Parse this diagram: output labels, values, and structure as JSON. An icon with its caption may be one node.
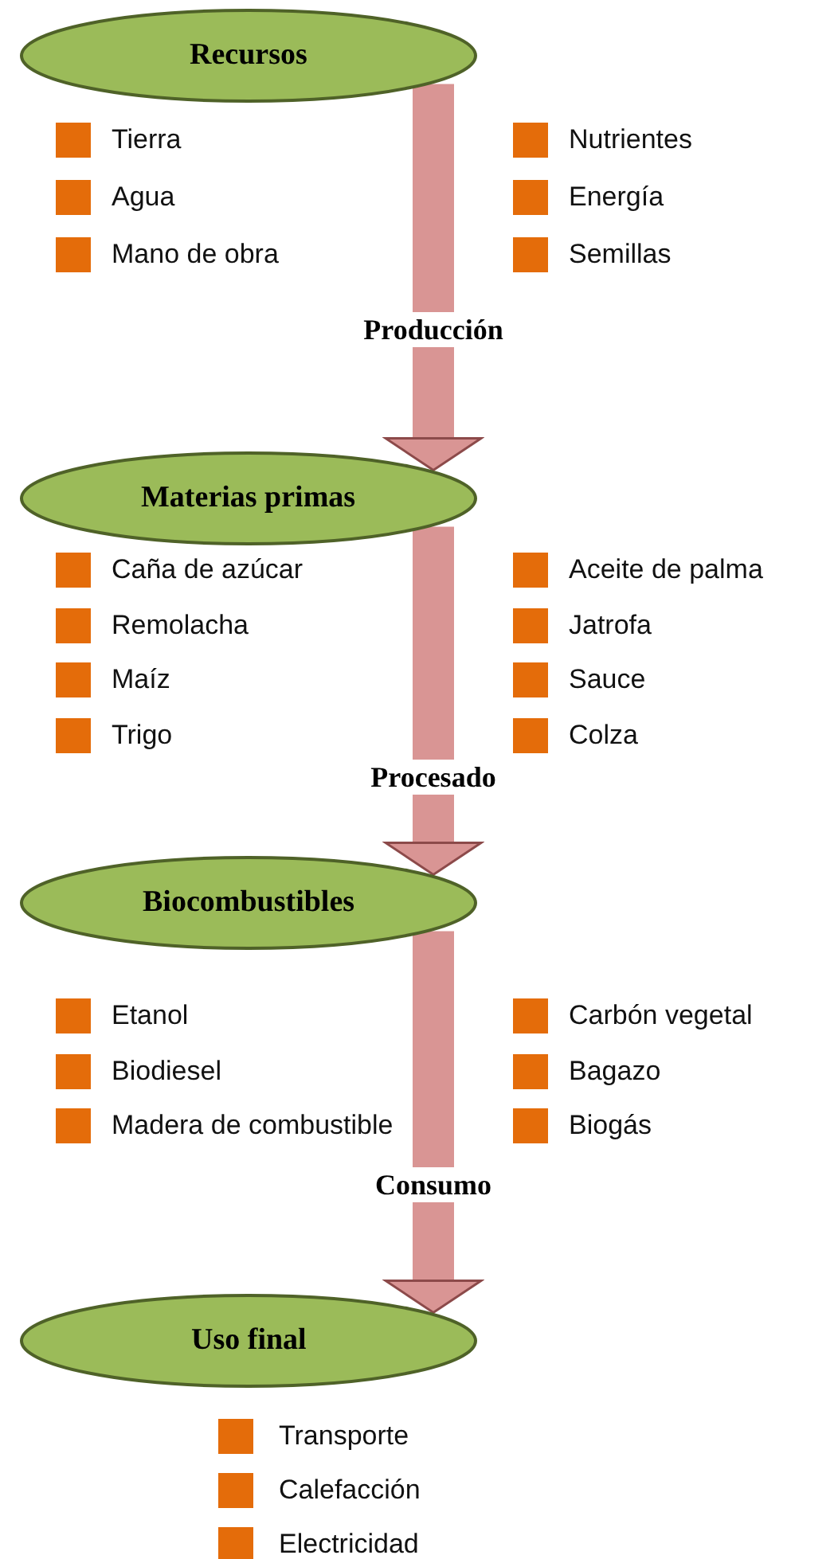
{
  "diagram": {
    "nodes": [
      {
        "text": [
          "Recursos"
        ],
        "beside": [
          "Tierra",
          "Nutrientes",
          "Agua",
          "Energía",
          "Mano de obra",
          "Semillas"
        ]
      },
      {
        "text": [
          "Materias primas"
        ],
        "beside": [
          "Caña de azúcar",
          "Aceite de palma",
          "Remolacha",
          "Jatrofa",
          "Maíz",
          "Sauce",
          "Trigo",
          "Colza"
        ]
      },
      {
        "text": [
          "Biocombustibles"
        ],
        "beside": [
          "Etanol",
          "Carbón vegetal",
          "Biodiesel",
          "Bagazo",
          "Madera de combustible",
          "Biogás"
        ]
      },
      {
        "text": [
          "Uso final"
        ],
        "beside": [
          "Transporte",
          "Calefacción",
          "Electricidad"
        ]
      }
    ],
    "edges": [
      {
        "from": 0,
        "to": 1,
        "arrow": "to",
        "label": "Producción"
      },
      {
        "from": 1,
        "to": 2,
        "arrow": "to",
        "label": "Procesado"
      },
      {
        "from": 2,
        "to": 3,
        "arrow": "to",
        "label": "Consumo"
      }
    ]
  }
}
